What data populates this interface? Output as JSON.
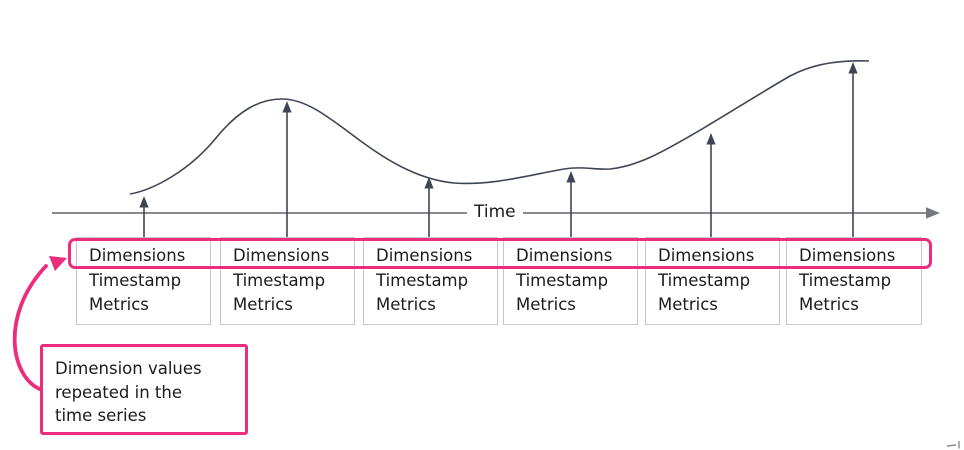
{
  "colors": {
    "pink": "#EC2D7D",
    "line_dark": "#3F4554",
    "axis_gray": "#75787F",
    "box_border": "#C5C7CC",
    "text_dark": "#1B1B1B"
  },
  "diagram": {
    "axis_label": "Time",
    "boxes": [
      {
        "dimensions": "Dimensions",
        "timestamp": "Timestamp",
        "metrics": "Metrics"
      },
      {
        "dimensions": "Dimensions",
        "timestamp": "Timestamp",
        "metrics": "Metrics"
      },
      {
        "dimensions": "Dimensions",
        "timestamp": "Timestamp",
        "metrics": "Metrics"
      },
      {
        "dimensions": "Dimensions",
        "timestamp": "Timestamp",
        "metrics": "Metrics"
      },
      {
        "dimensions": "Dimensions",
        "timestamp": "Timestamp",
        "metrics": "Metrics"
      },
      {
        "dimensions": "Dimensions",
        "timestamp": "Timestamp",
        "metrics": "Metrics"
      }
    ],
    "callout": {
      "text": "Dimension values repeated in the time series"
    }
  }
}
